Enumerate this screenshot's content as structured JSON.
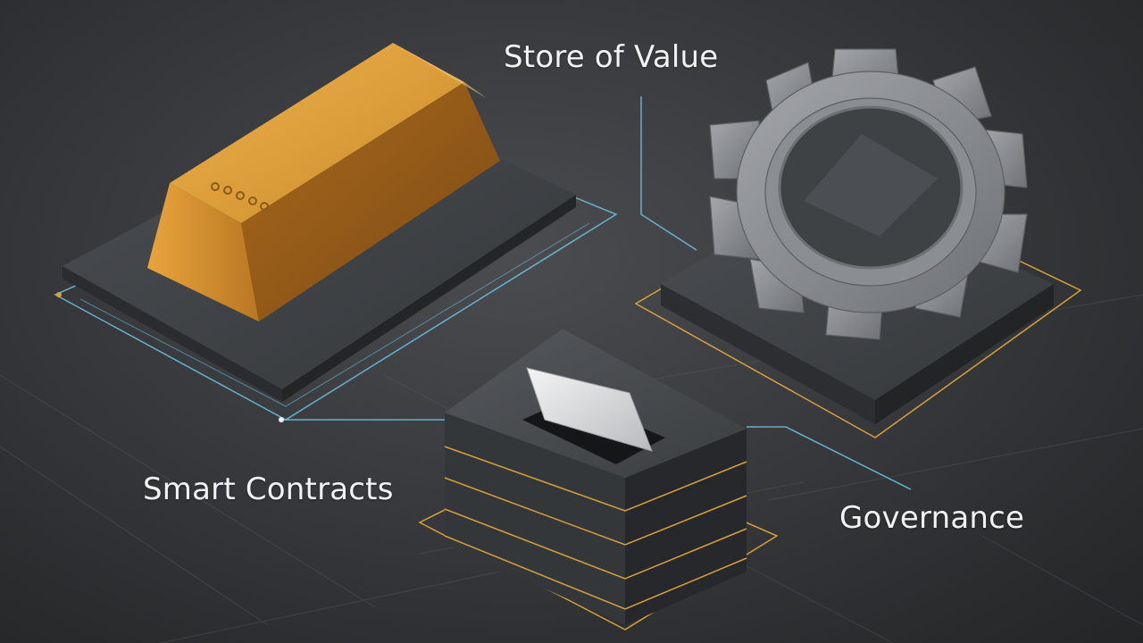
{
  "labels": {
    "store_of_value": "Store of Value",
    "smart_contracts": "Smart Contracts",
    "governance": "Governance"
  },
  "colors": {
    "background": "#3a3c3f",
    "gold": "#e0a43a",
    "platform": "#3e4144",
    "accent_line_blue": "#6ec6e6",
    "accent_line_gold": "#d7a13c",
    "gear": "#8c8f93"
  },
  "icons": [
    "gold-bar-icon",
    "gear-icon",
    "ballot-box-icon"
  ]
}
